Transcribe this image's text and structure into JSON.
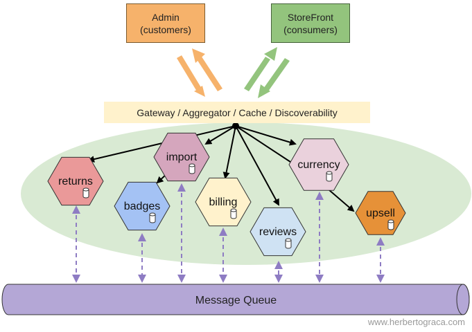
{
  "clients": {
    "admin": {
      "label": "Admin\n(customers)",
      "color": "#f6b26b",
      "arrow_color": "#f6b26b"
    },
    "storefront": {
      "label": "StoreFront\n(consumers)",
      "color": "#93c47d",
      "arrow_color": "#93c47d"
    }
  },
  "gateway": {
    "label": "Gateway / Aggregator / Cache / Discoverability",
    "color": "#fff2cc"
  },
  "services": [
    {
      "id": "returns",
      "label": "returns",
      "color": "#ea9999"
    },
    {
      "id": "import",
      "label": "import",
      "color": "#d5a6bd"
    },
    {
      "id": "badges",
      "label": "badges",
      "color": "#a4c2f4"
    },
    {
      "id": "billing",
      "label": "billing",
      "color": "#fff2cc"
    },
    {
      "id": "reviews",
      "label": "reviews",
      "color": "#cfe2f3"
    },
    {
      "id": "currency",
      "label": "currency",
      "color": "#ead1dc"
    },
    {
      "id": "upsell",
      "label": "upsell",
      "color": "#e69138"
    }
  ],
  "queue": {
    "label": "Message Queue",
    "color": "#b4a7d6"
  },
  "ellipse_color": "#d9ead3",
  "bus_arrow_color": "#8e7cc3",
  "watermark": "www.herbertograca.com"
}
